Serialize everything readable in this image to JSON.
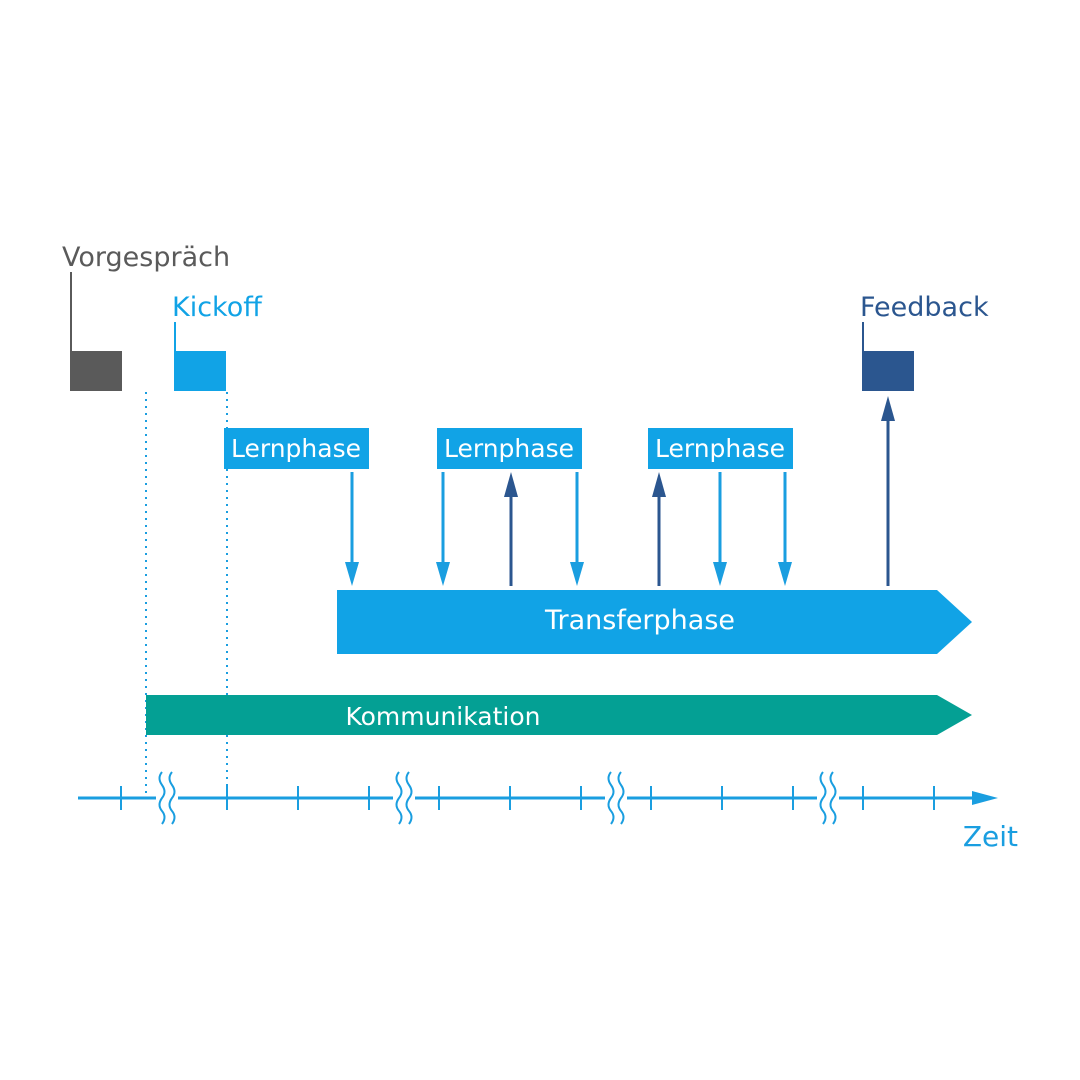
{
  "milestones": {
    "vorgespraech": {
      "label": "Vorgespräch",
      "color": "#5a5a5a"
    },
    "kickoff": {
      "label": "Kickoff",
      "color": "#11a3e6"
    },
    "feedback": {
      "label": "Feedback",
      "color": "#2b568f"
    }
  },
  "lernphasen": [
    {
      "label": "Lernphase"
    },
    {
      "label": "Lernphase"
    },
    {
      "label": "Lernphase"
    }
  ],
  "transferphase": {
    "label": "Transferphase",
    "color": "#11a3e6"
  },
  "kommunikation": {
    "label": "Kommunikation",
    "color": "#04a094"
  },
  "axis": {
    "label": "Zeit",
    "color": "#1a9ee0"
  },
  "colors": {
    "lern_arrow": "#1a9ee0",
    "feedback_arrow": "#2b568f",
    "white_text": "#ffffff"
  }
}
